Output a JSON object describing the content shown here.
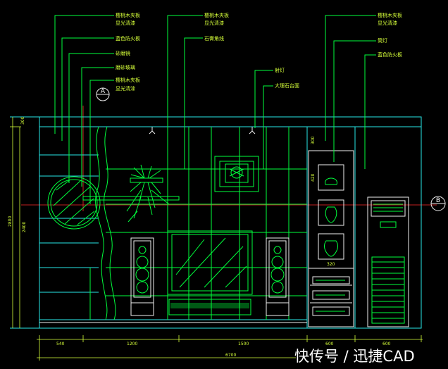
{
  "annotations": [
    {
      "id": "a1",
      "text": "樱桃木夹板",
      "text2": "显光清漆"
    },
    {
      "id": "a2",
      "text": "蓝色防火板",
      "text2": ""
    },
    {
      "id": "a3",
      "text": "砂磨镜",
      "text2": ""
    },
    {
      "id": "a4",
      "text": "磨砂玻璃",
      "text2": ""
    },
    {
      "id": "a5",
      "text": "樱桃木夹板",
      "text2": "显光清漆"
    },
    {
      "id": "a6",
      "text": "樱桃木夹板",
      "text2": "显光清漆"
    },
    {
      "id": "a7",
      "text": "石膏角线",
      "text2": ""
    },
    {
      "id": "a8",
      "text": "射灯",
      "text2": ""
    },
    {
      "id": "a9",
      "text": "大理石台面",
      "text2": ""
    },
    {
      "id": "a10",
      "text": "樱桃木夹板",
      "text2": "显光清漆"
    },
    {
      "id": "a11",
      "text": "筒灯",
      "text2": ""
    },
    {
      "id": "a12",
      "text": "蓝色防火板",
      "text2": ""
    }
  ],
  "section_tags": {
    "left": "A",
    "right": "B"
  },
  "dimensions": {
    "bottom": [
      "540",
      "1200",
      "1500",
      "600",
      "600"
    ],
    "total": "6700",
    "left_vertical": [
      "300",
      "2800",
      "2400"
    ],
    "cabinet": [
      "300",
      "420",
      "320"
    ]
  },
  "watermark": "快传号 / 迅捷CAD",
  "colors": {
    "background": "#000000",
    "primary_lines": "#00ff3c",
    "outline": "#27e7e7",
    "text": "#d6ff3a",
    "axis": "#ff2a2a"
  }
}
